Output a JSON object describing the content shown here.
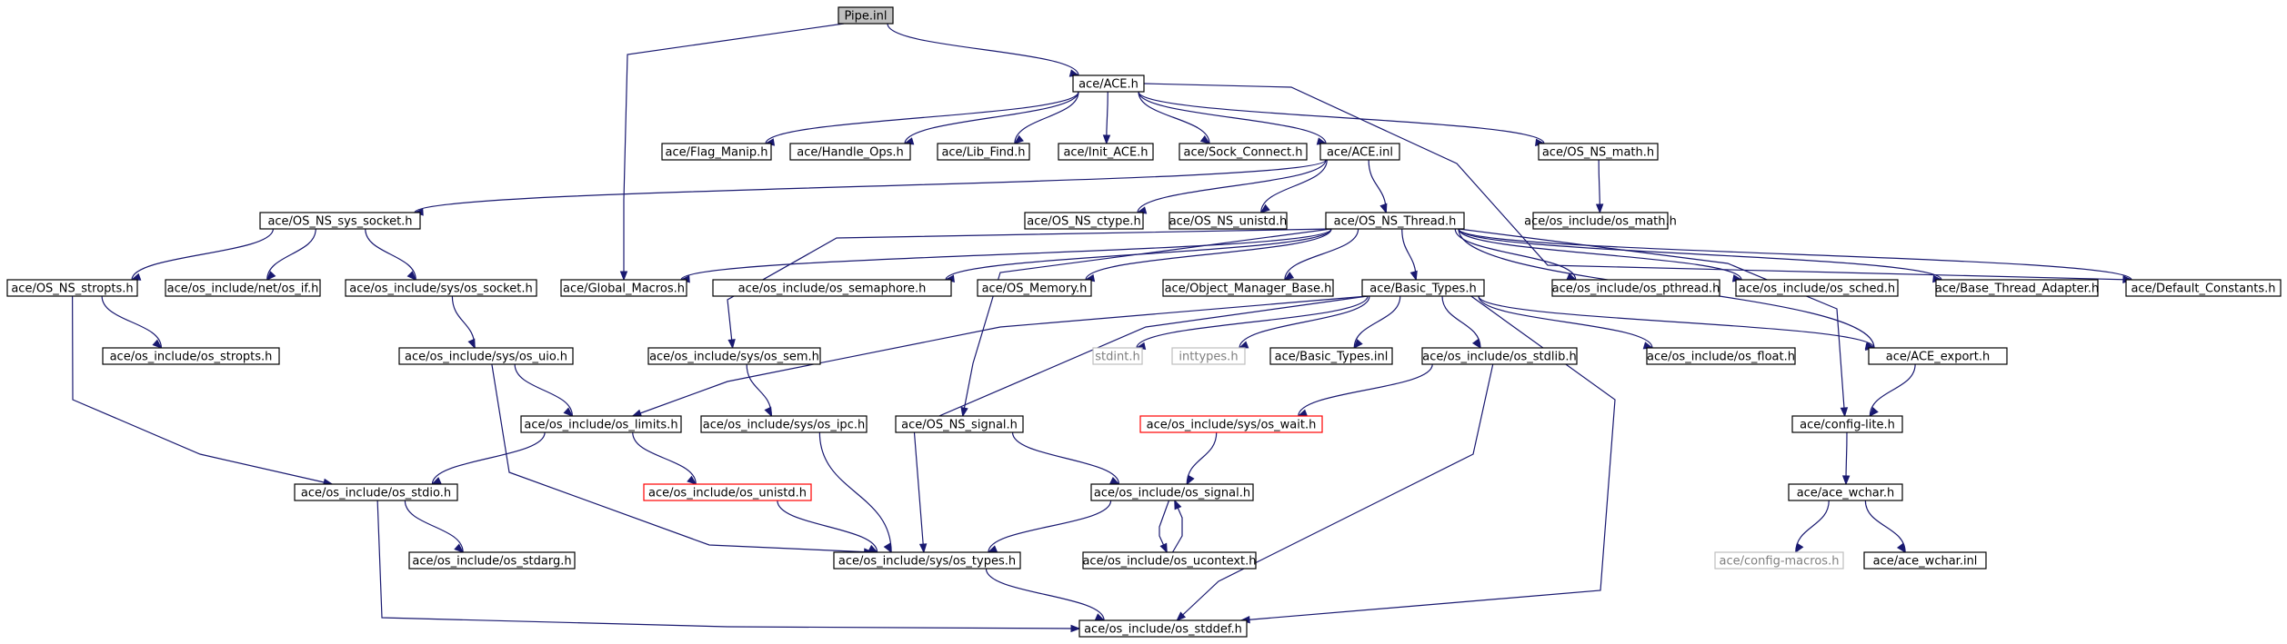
{
  "graph": {
    "title": "Pipe.inl",
    "edge_color": "#191970",
    "nodes": [
      {
        "id": "pipe",
        "label": "Pipe.inl",
        "kind": "root"
      },
      {
        "id": "ace_h",
        "label": "ace/ACE.h",
        "kind": "normal"
      },
      {
        "id": "flag",
        "label": "ace/Flag_Manip.h",
        "kind": "normal"
      },
      {
        "id": "handle",
        "label": "ace/Handle_Ops.h",
        "kind": "normal"
      },
      {
        "id": "libfind",
        "label": "ace/Lib_Find.h",
        "kind": "normal"
      },
      {
        "id": "initace",
        "label": "ace/Init_ACE.h",
        "kind": "normal"
      },
      {
        "id": "sockconn",
        "label": "ace/Sock_Connect.h",
        "kind": "normal"
      },
      {
        "id": "ace_inl",
        "label": "ace/ACE.inl",
        "kind": "normal"
      },
      {
        "id": "osmath",
        "label": "ace/OS_NS_math.h",
        "kind": "normal"
      },
      {
        "id": "osincmath",
        "label": "ace/os_include/os_math.h",
        "kind": "normal"
      },
      {
        "id": "syssock",
        "label": "ace/OS_NS_sys_socket.h",
        "kind": "normal"
      },
      {
        "id": "ctype",
        "label": "ace/OS_NS_ctype.h",
        "kind": "normal"
      },
      {
        "id": "unistd",
        "label": "ace/OS_NS_unistd.h",
        "kind": "normal"
      },
      {
        "id": "thread",
        "label": "ace/OS_NS_Thread.h",
        "kind": "normal"
      },
      {
        "id": "stropts",
        "label": "ace/OS_NS_stropts.h",
        "kind": "normal"
      },
      {
        "id": "netif",
        "label": "ace/os_include/net/os_if.h",
        "kind": "normal"
      },
      {
        "id": "syssocketh",
        "label": "ace/os_include/sys/os_socket.h",
        "kind": "normal"
      },
      {
        "id": "globalmacros",
        "label": "ace/Global_Macros.h",
        "kind": "normal"
      },
      {
        "id": "semaphore",
        "label": "ace/os_include/os_semaphore.h",
        "kind": "normal"
      },
      {
        "id": "osmemory",
        "label": "ace/OS_Memory.h",
        "kind": "normal"
      },
      {
        "id": "objmgr",
        "label": "ace/Object_Manager_Base.h",
        "kind": "normal"
      },
      {
        "id": "basictypes",
        "label": "ace/Basic_Types.h",
        "kind": "normal"
      },
      {
        "id": "pthread",
        "label": "ace/os_include/os_pthread.h",
        "kind": "normal"
      },
      {
        "id": "sched",
        "label": "ace/os_include/os_sched.h",
        "kind": "normal"
      },
      {
        "id": "btadapter",
        "label": "ace/Base_Thread_Adapter.h",
        "kind": "normal"
      },
      {
        "id": "defconst",
        "label": "ace/Default_Constants.h",
        "kind": "normal"
      },
      {
        "id": "osstropts",
        "label": "ace/os_include/os_stropts.h",
        "kind": "normal"
      },
      {
        "id": "sysuio",
        "label": "ace/os_include/sys/os_uio.h",
        "kind": "normal"
      },
      {
        "id": "syssem",
        "label": "ace/os_include/sys/os_sem.h",
        "kind": "normal"
      },
      {
        "id": "stdint",
        "label": "stdint.h",
        "kind": "external"
      },
      {
        "id": "inttypes",
        "label": "inttypes.h",
        "kind": "external"
      },
      {
        "id": "btinl",
        "label": "ace/Basic_Types.inl",
        "kind": "normal"
      },
      {
        "id": "stdlib",
        "label": "ace/os_include/os_stdlib.h",
        "kind": "normal"
      },
      {
        "id": "float",
        "label": "ace/os_include/os_float.h",
        "kind": "normal"
      },
      {
        "id": "aceexport",
        "label": "ace/ACE_export.h",
        "kind": "normal"
      },
      {
        "id": "limits",
        "label": "ace/os_include/os_limits.h",
        "kind": "normal"
      },
      {
        "id": "sysipc",
        "label": "ace/os_include/sys/os_ipc.h",
        "kind": "normal"
      },
      {
        "id": "signalh",
        "label": "ace/OS_NS_signal.h",
        "kind": "normal"
      },
      {
        "id": "syswait",
        "label": "ace/os_include/sys/os_wait.h",
        "kind": "missing"
      },
      {
        "id": "configlite",
        "label": "ace/config-lite.h",
        "kind": "normal"
      },
      {
        "id": "stdio",
        "label": "ace/os_include/os_stdio.h",
        "kind": "normal"
      },
      {
        "id": "osunistd",
        "label": "ace/os_include/os_unistd.h",
        "kind": "missing"
      },
      {
        "id": "ossignal",
        "label": "ace/os_include/os_signal.h",
        "kind": "normal"
      },
      {
        "id": "acewchar",
        "label": "ace/ace_wchar.h",
        "kind": "normal"
      },
      {
        "id": "stdarg",
        "label": "ace/os_include/os_stdarg.h",
        "kind": "normal"
      },
      {
        "id": "systypes",
        "label": "ace/os_include/sys/os_types.h",
        "kind": "normal"
      },
      {
        "id": "ucontext",
        "label": "ace/os_include/os_ucontext.h",
        "kind": "normal"
      },
      {
        "id": "configmacros",
        "label": "ace/config-macros.h",
        "kind": "external"
      },
      {
        "id": "wcharinl",
        "label": "ace/ace_wchar.inl",
        "kind": "normal"
      },
      {
        "id": "stddef",
        "label": "ace/os_include/os_stddef.h",
        "kind": "normal"
      }
    ],
    "edges": [
      [
        "pipe",
        "ace_h"
      ],
      [
        "pipe",
        "globalmacros"
      ],
      [
        "ace_h",
        "flag"
      ],
      [
        "ace_h",
        "handle"
      ],
      [
        "ace_h",
        "libfind"
      ],
      [
        "ace_h",
        "initace"
      ],
      [
        "ace_h",
        "sockconn"
      ],
      [
        "ace_h",
        "ace_inl"
      ],
      [
        "ace_h",
        "osmath"
      ],
      [
        "ace_h",
        "defconst"
      ],
      [
        "osmath",
        "osincmath"
      ],
      [
        "ace_inl",
        "syssock"
      ],
      [
        "ace_inl",
        "ctype"
      ],
      [
        "ace_inl",
        "unistd"
      ],
      [
        "ace_inl",
        "thread"
      ],
      [
        "syssock",
        "stropts"
      ],
      [
        "syssock",
        "netif"
      ],
      [
        "syssock",
        "syssocketh"
      ],
      [
        "thread",
        "globalmacros"
      ],
      [
        "thread",
        "semaphore"
      ],
      [
        "thread",
        "osmemory"
      ],
      [
        "thread",
        "objmgr"
      ],
      [
        "thread",
        "basictypes"
      ],
      [
        "thread",
        "pthread"
      ],
      [
        "thread",
        "sched"
      ],
      [
        "thread",
        "btadapter"
      ],
      [
        "thread",
        "defconst"
      ],
      [
        "thread",
        "syssem"
      ],
      [
        "thread",
        "signalh"
      ],
      [
        "thread",
        "aceexport"
      ],
      [
        "thread",
        "configlite"
      ],
      [
        "stropts",
        "osstropts"
      ],
      [
        "stropts",
        "stdio"
      ],
      [
        "syssocketh",
        "sysuio"
      ],
      [
        "sysuio",
        "limits"
      ],
      [
        "sysuio",
        "systypes"
      ],
      [
        "syssem",
        "sysipc"
      ],
      [
        "basictypes",
        "stdint"
      ],
      [
        "basictypes",
        "inttypes"
      ],
      [
        "basictypes",
        "btinl"
      ],
      [
        "basictypes",
        "stdlib"
      ],
      [
        "basictypes",
        "float"
      ],
      [
        "basictypes",
        "aceexport"
      ],
      [
        "basictypes",
        "limits"
      ],
      [
        "basictypes",
        "systypes"
      ],
      [
        "basictypes",
        "stddef"
      ],
      [
        "stdlib",
        "syswait"
      ],
      [
        "stdlib",
        "stddef"
      ],
      [
        "aceexport",
        "configlite"
      ],
      [
        "limits",
        "stdio"
      ],
      [
        "limits",
        "osunistd"
      ],
      [
        "sysipc",
        "systypes"
      ],
      [
        "signalh",
        "ossignal"
      ],
      [
        "syswait",
        "ossignal"
      ],
      [
        "configlite",
        "acewchar"
      ],
      [
        "stdio",
        "stdarg"
      ],
      [
        "stdio",
        "stddef"
      ],
      [
        "osunistd",
        "systypes"
      ],
      [
        "ossignal",
        "systypes"
      ],
      [
        "ossignal",
        "ucontext"
      ],
      [
        "ucontext",
        "ossignal"
      ],
      [
        "acewchar",
        "configmacros"
      ],
      [
        "acewchar",
        "wcharinl"
      ],
      [
        "systypes",
        "stddef"
      ]
    ]
  }
}
